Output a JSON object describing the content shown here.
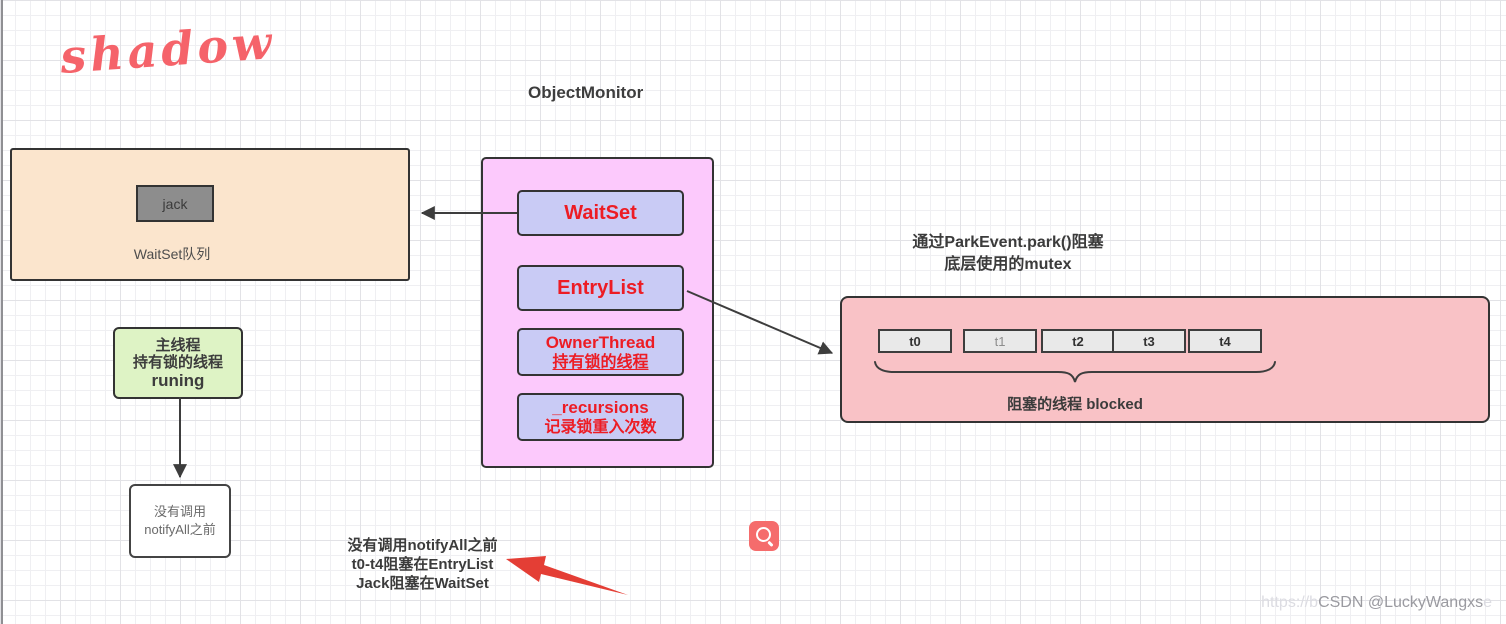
{
  "logo": {
    "text": "shadow"
  },
  "title": "ObjectMonitor",
  "waitset_queue": {
    "thread": "jack",
    "label": "WaitSet队列"
  },
  "monitor": {
    "waitset": "WaitSet",
    "entrylist": "EntryList",
    "owner_line1": "OwnerThread",
    "owner_line2": "持有锁的线程",
    "recursions_line1": "_recursions",
    "recursions_line2": "记录锁重入次数"
  },
  "blocked": {
    "caption_line1": "通过ParkEvent.park()阻塞",
    "caption_line2": "底层使用的mutex",
    "threads": [
      "t0",
      "t1",
      "t2",
      "t3",
      "t4"
    ],
    "brace_label": "阻塞的线程 blocked"
  },
  "main_thread": {
    "line1": "主线程",
    "line2": "持有锁的线程",
    "line3": "runing"
  },
  "before_notify": {
    "line1": "没有调用",
    "line2": "notifyAll之前"
  },
  "annotation": {
    "line1": "没有调用notifyAll之前",
    "line2": "t0-t4阻塞在EntryList",
    "line3": "Jack阻塞在WaitSet"
  },
  "watermark": {
    "faint_left": "https://b",
    "main": "CSDN @LuckyWangxs",
    "faint_right": "e"
  },
  "icons": {
    "search": "magnifier"
  },
  "colors": {
    "logo_red": "#f5636a",
    "box_orange": "#fbe5cd",
    "box_pink": "#fcc9fc",
    "box_lavender": "#c9cbf5",
    "box_salmon": "#f9c2c6",
    "box_green": "#def3c5",
    "field_text_red": "#ed1c24",
    "arrow_dark": "#3d3d3d",
    "hand_arrow_red": "#e43e35",
    "search_button_red": "#f56c6c"
  }
}
